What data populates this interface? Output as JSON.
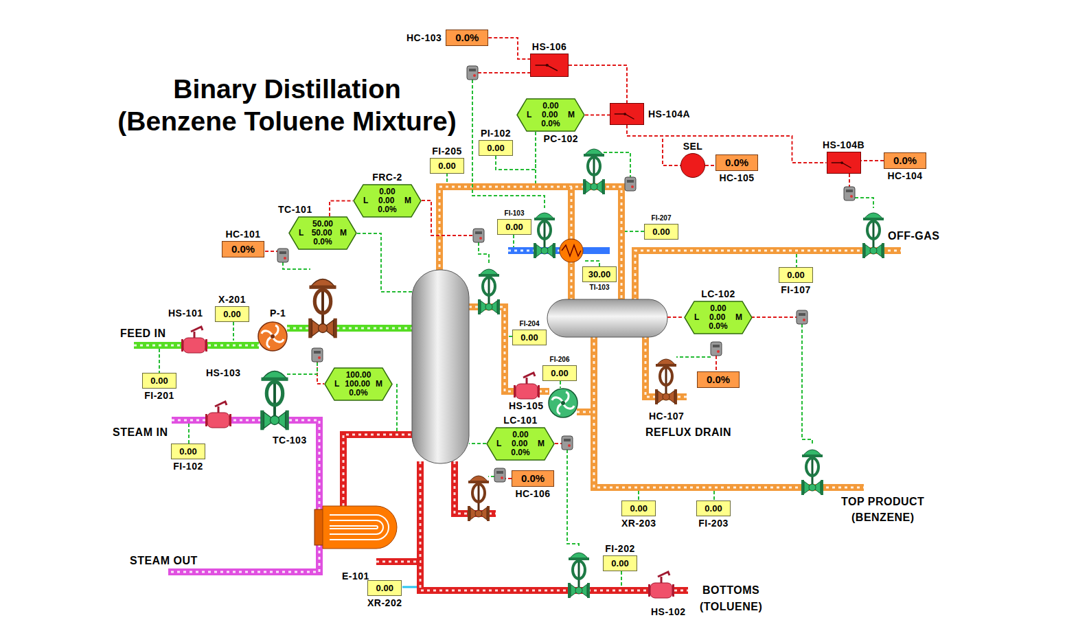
{
  "diagram": {
    "title": "Binary Distillation (Benzene Toluene Mixture)",
    "nodes": [
      {
        "text": [
          "HC-103",
          "0.0%"
        ]
      },
      {
        "text": [
          "HS-106"
        ]
      },
      {
        "text": [
          "0.00",
          "L",
          "0.00",
          "M",
          "0.0%",
          "PC-102"
        ]
      },
      {
        "text": [
          "HS-104A"
        ]
      },
      {
        "text": [
          "HS-104B"
        ]
      },
      {
        "text": [
          "SEL"
        ]
      },
      {
        "text": [
          "0.0%",
          "HC-105"
        ]
      },
      {
        "text": [
          "0.0%",
          "HC-104"
        ]
      },
      {
        "text": [
          "FI-205",
          "0.00"
        ]
      },
      {
        "text": [
          "PI-102",
          "0.00"
        ]
      },
      {
        "text": [
          "FRC-2",
          "0.00",
          "L",
          "0.00",
          "M",
          "0.0%"
        ]
      },
      {
        "text": [
          "TC-101",
          "50.00",
          "L",
          "50.00",
          "M",
          "0.0%"
        ]
      },
      {
        "text": [
          "HC-101",
          "0.0%"
        ]
      },
      {
        "text": [
          "FI-103",
          "0.00"
        ]
      },
      {
        "text": [
          "FI-207",
          "0.00"
        ]
      },
      {
        "text": [
          "30.00",
          "TI-103"
        ]
      },
      {
        "text": [
          "0.00",
          "FI-107"
        ]
      },
      {
        "text": [
          "LC-102",
          "0.00",
          "L",
          "0.00",
          "M",
          "0.0%"
        ]
      },
      {
        "text": [
          "X-201",
          "0.00"
        ]
      },
      {
        "text": [
          "FI-204",
          "0.00"
        ]
      },
      {
        "text": [
          "0.00",
          "FI-201"
        ]
      },
      {
        "text": [
          "FI-206",
          "0.00"
        ]
      },
      {
        "text": [
          "100.00",
          "L",
          "100.00",
          "M",
          "0.0%"
        ]
      },
      {
        "text": [
          "0.0%"
        ]
      },
      {
        "text": [
          "LC-101",
          "0.00",
          "L",
          "0.00",
          "M",
          "0.0%"
        ]
      },
      {
        "text": [
          "0.00",
          "FI-102"
        ]
      },
      {
        "text": [
          "0.0%",
          "HC-106"
        ]
      },
      {
        "text": [
          "0.00",
          "XR-203"
        ]
      },
      {
        "text": [
          "0.00",
          "FI-203"
        ]
      },
      {
        "text": [
          "FI-202",
          "0.00"
        ]
      },
      {
        "text": [
          "0.00",
          "XR-202"
        ]
      }
    ],
    "edges": [
      {
        "from": 0,
        "to": 1,
        "arrow": "none"
      },
      {
        "from": 1,
        "to": 3,
        "arrow": "none"
      },
      {
        "from": 2,
        "to": 3,
        "arrow": "none"
      },
      {
        "from": 3,
        "to": 5,
        "arrow": "none"
      },
      {
        "from": 3,
        "to": 4,
        "arrow": "none"
      },
      {
        "from": 5,
        "to": 6,
        "arrow": "none"
      },
      {
        "from": 7,
        "to": 4,
        "arrow": "none"
      },
      {
        "from": 11,
        "to": 10,
        "arrow": "none"
      },
      {
        "from": 9,
        "to": 2,
        "arrow": "none"
      }
    ],
    "labels": [
      "HS-101",
      "FEED IN",
      "P-1",
      "HS-103",
      "STEAM IN",
      "TC-103",
      "STEAM OUT",
      "E-101",
      "HS-105",
      "HC-107",
      "REFLUX DRAIN",
      "OFF-GAS",
      "TOP PRODUCT",
      "(BENZENE)",
      "BOTTOMS",
      "(TOLUENE)",
      "HS-102"
    ]
  }
}
